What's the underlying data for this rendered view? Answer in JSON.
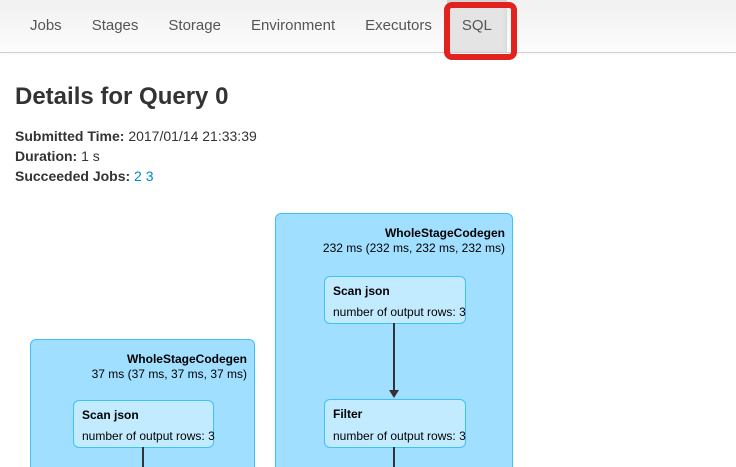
{
  "navbar": {
    "tabs": [
      {
        "label": "Jobs",
        "active": false
      },
      {
        "label": "Stages",
        "active": false
      },
      {
        "label": "Storage",
        "active": false
      },
      {
        "label": "Environment",
        "active": false
      },
      {
        "label": "Executors",
        "active": false
      },
      {
        "label": "SQL",
        "active": true
      }
    ]
  },
  "annotation": {
    "target": "sql-tab",
    "color": "#e0231e"
  },
  "header": {
    "title": "Details for Query 0"
  },
  "summary": {
    "submitted_time_label": "Submitted Time:",
    "submitted_time": "2017/01/14 21:33:39",
    "duration_label": "Duration:",
    "duration": "1 s",
    "succeeded_jobs_label": "Succeeded Jobs:",
    "succeeded_jobs": [
      "2",
      "3"
    ]
  },
  "plan": {
    "colors": {
      "cluster_fill": "#A0DFFF",
      "cluster_stroke": "#3EC0FF",
      "node_fill": "#C3EBFF",
      "node_stroke": "#3EC0FF",
      "edge": "#333333",
      "link_blue": "#0088cc"
    },
    "clusters": [
      {
        "name": "WholeStageCodegen",
        "timing": "37 ms (37 ms, 37 ms, 37 ms)",
        "nodes": [
          {
            "name": "Scan json",
            "metric": "number of output rows: 3"
          }
        ]
      },
      {
        "name": "WholeStageCodegen",
        "timing": "232 ms (232 ms, 232 ms, 232 ms)",
        "nodes": [
          {
            "name": "Scan json",
            "metric": "number of output rows: 3"
          },
          {
            "name": "Filter",
            "metric": "number of output rows: 3"
          }
        ]
      }
    ]
  }
}
